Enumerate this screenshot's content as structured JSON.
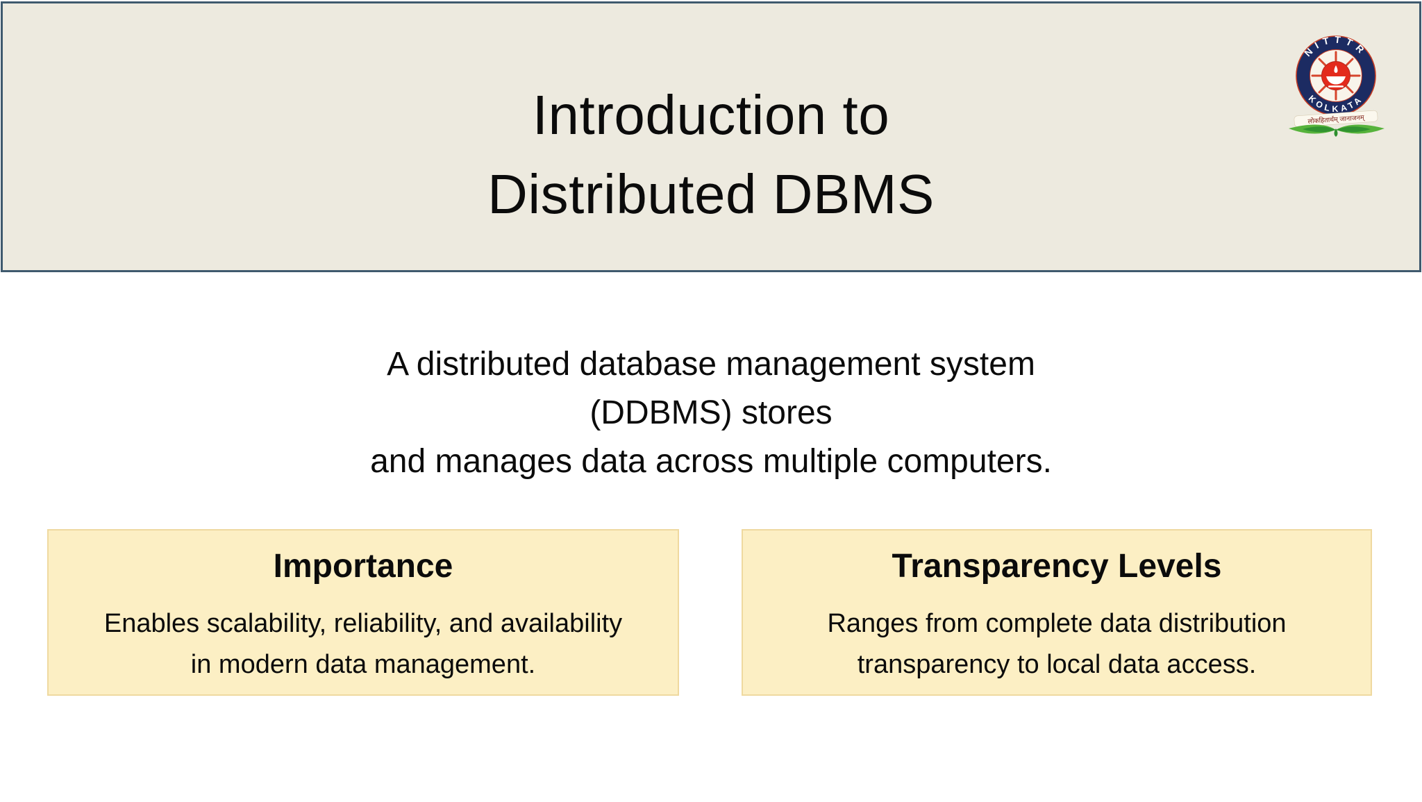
{
  "slide": {
    "title": {
      "line1": "Introduction to",
      "line2": "Distributed DBMS"
    },
    "intro": {
      "line1": "A distributed database management system",
      "line2": "(DDBMS) stores",
      "line3": "and manages data across multiple computers."
    },
    "boxes": [
      {
        "heading": "Importance",
        "line1": "Enables scalability, reliability, and availability",
        "line2": "in modern data management."
      },
      {
        "heading": "Transparency Levels",
        "line1": "Ranges from complete data distribution",
        "line2": "transparency to local data access."
      }
    ],
    "logo": {
      "arc_top": "NITTTR",
      "arc_bottom": "KOLKATA",
      "motto": "लोकहितार्थम् जानाजनम्"
    },
    "colors": {
      "header_bg": "#EDEADF",
      "header_border": "#3F5A6E",
      "box_bg": "#FCEFC4",
      "box_border": "#EFD99F",
      "text": "#0A0A0A",
      "logo_navy": "#1C2B62",
      "logo_red": "#E32A1C",
      "logo_green": "#4DA53C",
      "motto_color": "#7E1E14"
    }
  }
}
